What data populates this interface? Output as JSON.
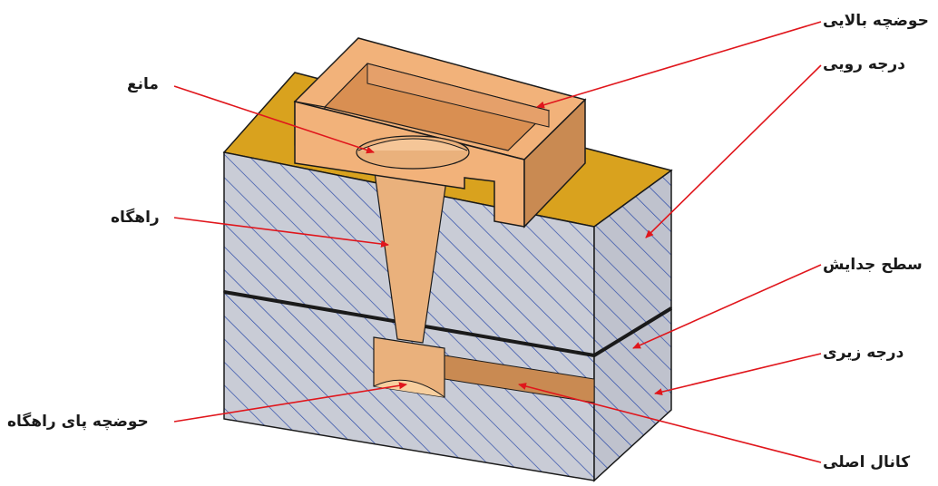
{
  "labels": {
    "upper_basin": "حوضچه بالایی",
    "cope": "درجه رویی",
    "choke": "مانع",
    "sprue": "راهگاه",
    "parting_surface": "سطح جدایش",
    "drag": "درجه زیری",
    "sprue_well": "حوضچه پای راهگاه",
    "main_runner": "کانال اصلی"
  },
  "colors": {
    "cope_top": "#d9a21e",
    "sand_face": "#c9ccd6",
    "hatch": "#2b4aa8",
    "basin": "#f2b27a",
    "basin_dark": "#d98f52",
    "sprue": "#eab17c",
    "runner": "#c98a52",
    "arrow": "#e0161c",
    "outline": "#1a1a1a"
  }
}
